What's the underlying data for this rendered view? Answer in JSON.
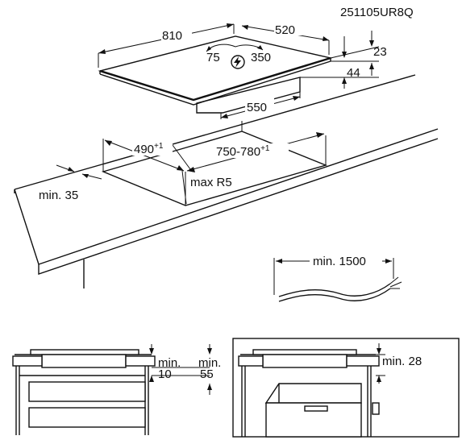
{
  "figure_code": "251105UR8Q",
  "hob": {
    "width": "810",
    "depth": "520",
    "frame_height": "23",
    "total_height": "44",
    "box_width": "550",
    "terminal_x": "75",
    "terminal_y": "350"
  },
  "cutout": {
    "depth": "490",
    "depth_tol": "+1",
    "width": "750-780",
    "width_tol": "+1",
    "radius": "max R5",
    "front_min": "min. 35"
  },
  "cable": {
    "length": "min. 1500"
  },
  "install_left": {
    "gap_top": "min.",
    "gap_top_val": "10",
    "gap_bottom": "min.",
    "gap_bottom_val": "55"
  },
  "install_right": {
    "gap": "min. 28"
  },
  "colors": {
    "line": "#111111",
    "background": "#ffffff"
  },
  "icons": [
    "electrical-terminal-icon"
  ]
}
